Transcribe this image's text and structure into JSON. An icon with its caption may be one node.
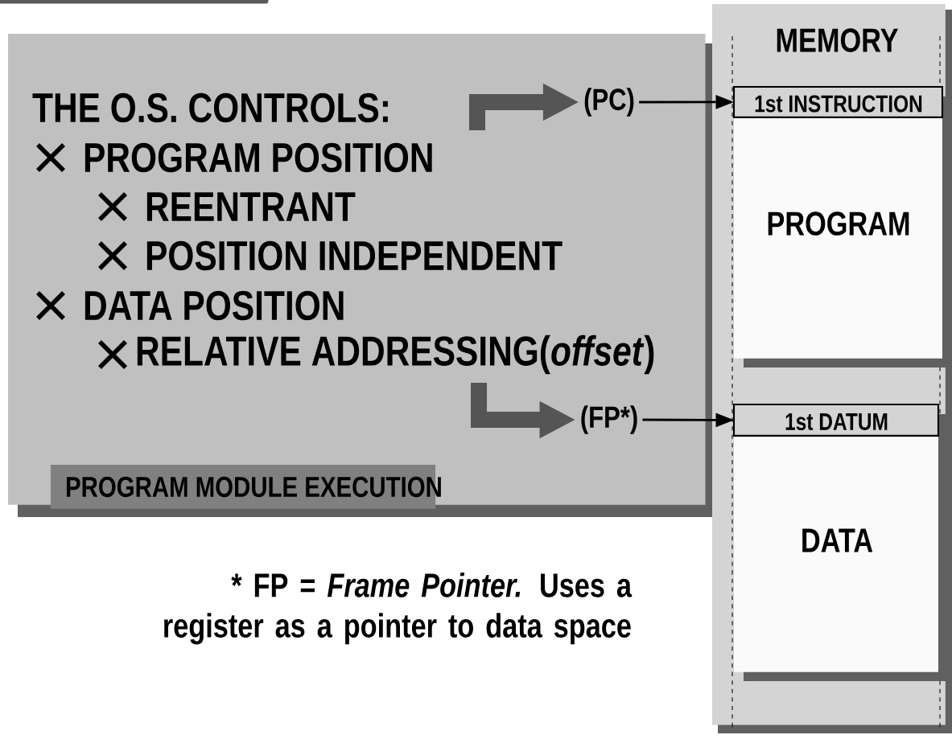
{
  "diagram": {
    "nodes": [
      {
        "text": [
          "THE O.S. CONTROLS:",
          "PROGRAM POSITION",
          "REENTRANT",
          "POSITION INDEPENDENT",
          "DATA POSITION",
          "RELATIVE ADDRESSING(*offset*)"
        ]
      },
      {
        "text": [
          "PROGRAM MODULE EXECUTION"
        ],
        "in": 0
      },
      {
        "text": [
          "MEMORY"
        ]
      },
      {
        "text": [
          "1st INSTRUCTION"
        ],
        "in": 2
      },
      {
        "text": [
          "PROGRAM"
        ],
        "in": 2
      },
      {
        "text": [
          "1st DATUM"
        ],
        "in": 2
      },
      {
        "text": [
          "DATA"
        ],
        "in": 2
      },
      {
        "text": [
          "(PC)"
        ],
        "in": 0
      },
      {
        "text": [
          "(FP*)"
        ],
        "in": 0
      }
    ],
    "edges": [
      {
        "from": 7,
        "to": 3,
        "arrow": "to"
      },
      {
        "from": 8,
        "to": 5,
        "arrow": "to"
      },
      {
        "from": null,
        "to": 7,
        "arrow": "to",
        "style": "thick",
        "color": "#555555"
      },
      {
        "from": null,
        "to": 8,
        "arrow": "to",
        "style": "thick",
        "color": "#555555"
      }
    ],
    "labels": [
      "* FP = *Frame Pointer.* Uses a register as a pointer to data space"
    ]
  }
}
